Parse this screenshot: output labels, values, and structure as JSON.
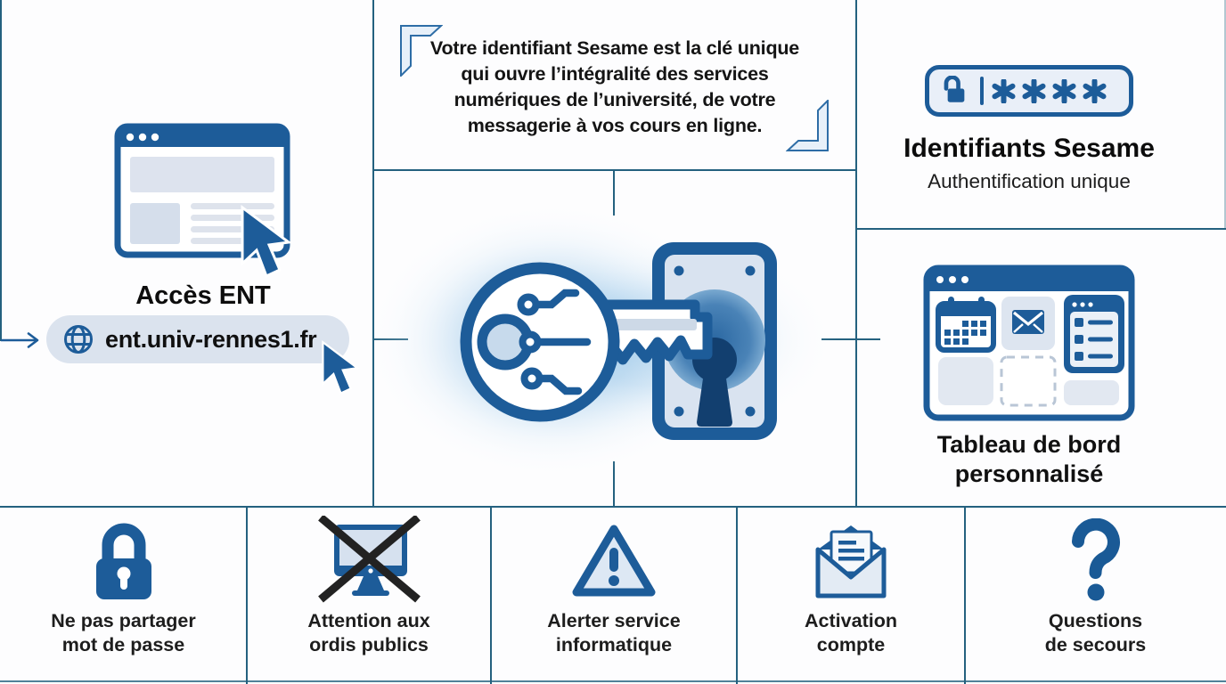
{
  "meta": {
    "title": "Infographie Identifiants Sesame — Université de Rennes 1"
  },
  "colors": {
    "primary_blue": "#1d5c99",
    "line_blue": "#24617f",
    "light_fill": "#dbe3ee",
    "panel_fill": "#e9eff8",
    "glow_blue": "#8ec1e6",
    "cross_black": "#222222",
    "text_dark": "#141414"
  },
  "quote": {
    "lines": [
      "Votre identifiant Sesame est la clé unique",
      "qui ouvre l’intégralité des services",
      "numériques de l’université, de votre",
      "messagerie à vos cours en ligne."
    ]
  },
  "ent": {
    "title": "Accès ENT",
    "url": "ent.univ-rennes1.fr",
    "url_icon": "globe-icon",
    "browser_icon": "browser-window-icon",
    "cursor_icon": "cursor-pointer-icon"
  },
  "sesame": {
    "masked_password": "****",
    "field_icon": "open-padlock-icon",
    "title": "Identifiants Sesame",
    "subtitle": "Authentification unique"
  },
  "center": {
    "icon": "digital-key-and-keyhole-icon"
  },
  "dashboard": {
    "icon": "dashboard-window-icon",
    "label_lines": [
      "Tableau de bord",
      "personnalisé"
    ]
  },
  "tips": [
    {
      "icon": "padlock-icon",
      "lines": [
        "Ne pas partager",
        "mot de passe"
      ]
    },
    {
      "icon": "no-public-computer-icon",
      "lines": [
        "Attention aux",
        "ordis publics"
      ]
    },
    {
      "icon": "warning-triangle-icon",
      "lines": [
        "Alerter service",
        "informatique"
      ]
    },
    {
      "icon": "activation-mail-icon",
      "lines": [
        "Activation",
        "compte"
      ]
    },
    {
      "icon": "question-mark-icon",
      "lines": [
        "Questions",
        "de secours"
      ]
    }
  ]
}
